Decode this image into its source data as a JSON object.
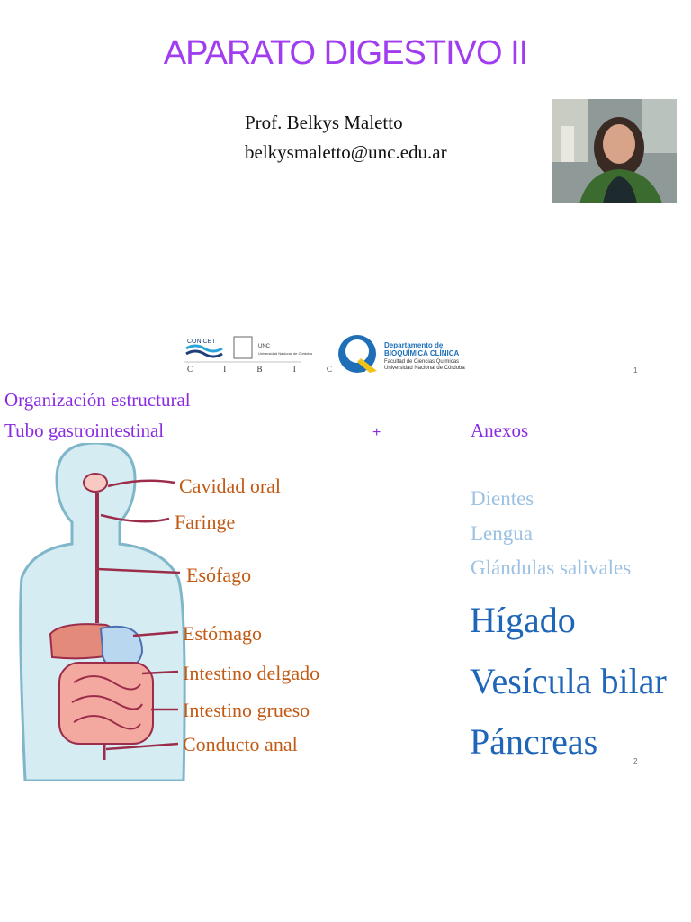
{
  "slide1": {
    "title": "APARATO DIGESTIVO II",
    "author_name": "Prof. Belkys Maletto",
    "author_email": "belkysmaletto@unc.edu.ar",
    "logos": {
      "conicet": "CONICET",
      "unc": "UNC",
      "unc_sub": "Universidad Nacional de Córdoba",
      "cibici": "C I B I C I",
      "dept_line1": "Departamento de",
      "dept_line2": "BIOQUÍMICA CLÍNICA",
      "dept_line3": "Facultad de Ciencias Químicas",
      "dept_line4": "Universidad Nacional de Córdoba"
    },
    "page_number": "1"
  },
  "slide2": {
    "heading1": "Organización estructural",
    "heading2": "Tubo gastrointestinal",
    "plus": "+",
    "anexos_title": "Anexos",
    "anexos_minor": [
      "Dientes",
      "Lengua",
      "Glándulas salivales"
    ],
    "anexos_major": [
      "Hígado",
      "Vesícula bilar",
      "Páncreas"
    ],
    "organs": [
      "Cavidad oral",
      "Faringe",
      "Esófago",
      "Estómago",
      "Intestino delgado",
      "Intestino grueso",
      "Conducto anal"
    ],
    "page_number": "2"
  },
  "colors": {
    "title": "#a13df0",
    "heading": "#8a2be2",
    "organ_label": "#c25a14",
    "anexos_minor": "#9cc1e2",
    "anexos_major": "#1f66b8",
    "body_outline": "#7fb6c9",
    "body_fill": "#d6ecf3",
    "tract_line": "#9b2c4a"
  }
}
